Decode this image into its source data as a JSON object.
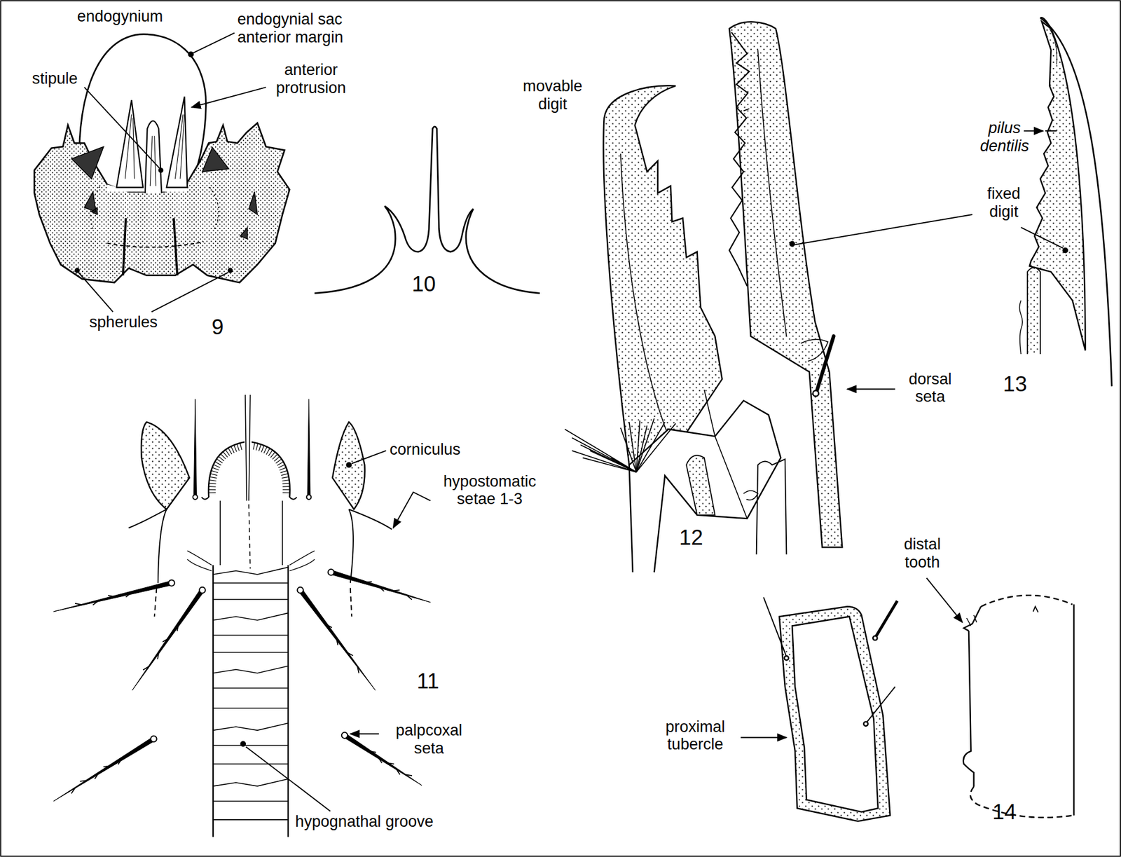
{
  "diagram": {
    "labels": [
      "endogynium",
      "endogynial sac anterior margin",
      "anterior protrusion",
      "stipule",
      "spherules",
      "9",
      "10",
      "movable digit",
      "fixed digit",
      "dorsal seta",
      "12",
      "pilus dentilis",
      "13",
      "corniculus",
      "hypostomatic setae 1-3",
      "palpcoxal seta",
      "hypognathal groove",
      "11",
      "distal tooth",
      "proximal tubercle",
      "14"
    ]
  }
}
